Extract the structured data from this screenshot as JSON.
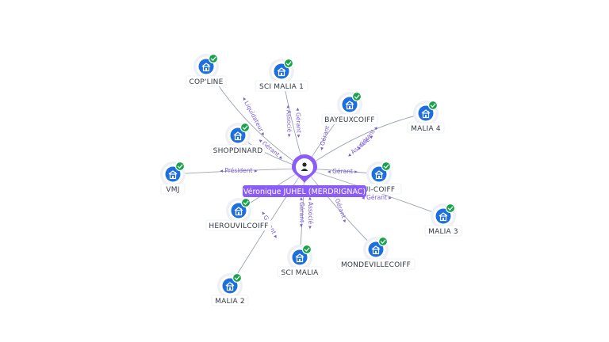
{
  "center": {
    "name": "Véronique JUHEL (MERDRIGNAC)",
    "icon": "person-icon",
    "color": "#8b5cf6"
  },
  "colors": {
    "company_icon": "#1d6fe0",
    "check_badge": "#16a34a",
    "edge": "#9aa3ad",
    "edge_label": "#7b5cd6"
  },
  "companies": [
    {
      "id": "copline",
      "name": "COP'LINE",
      "icon": "building-icon"
    },
    {
      "id": "sci-malia-1",
      "name": "SCI MALIA 1",
      "icon": "building-icon"
    },
    {
      "id": "bayeuxcoiff",
      "name": "BAYEUXCOIFF",
      "icon": "building-icon"
    },
    {
      "id": "malia-4",
      "name": "MALIA 4",
      "icon": "building-icon"
    },
    {
      "id": "shopdinard",
      "name": "SHOPDINARD",
      "icon": "building-icon"
    },
    {
      "id": "vmj",
      "name": "VMJ",
      "icon": "building-icon"
    },
    {
      "id": "ui-coiff",
      "name": "UI-COIFF",
      "icon": "building-icon"
    },
    {
      "id": "malia-3",
      "name": "MALIA 3",
      "icon": "building-icon"
    },
    {
      "id": "herouvilcoiff",
      "name": "HEROUVILCOIFF",
      "icon": "building-icon"
    },
    {
      "id": "sci-malia",
      "name": "SCI MALIA",
      "icon": "building-icon"
    },
    {
      "id": "mondevillecoiff",
      "name": "MONDEVILLECOIFF",
      "icon": "building-icon"
    },
    {
      "id": "malia-2",
      "name": "MALIA 2",
      "icon": "building-icon"
    }
  ],
  "relations": [
    {
      "to": "copline",
      "label": "Liquidateur"
    },
    {
      "to": "sci-malia-1",
      "label": "Gérant"
    },
    {
      "to": "sci-malia-1",
      "label": "Associé"
    },
    {
      "to": "bayeuxcoiff",
      "label": "Gérant"
    },
    {
      "to": "malia-4",
      "label": "Gérant"
    },
    {
      "to": "malia-4",
      "label": "Associé"
    },
    {
      "to": "shopdinard",
      "label": "Gérant"
    },
    {
      "to": "vmj",
      "label": "Président"
    },
    {
      "to": "ui-coiff",
      "label": "Gérant"
    },
    {
      "to": "malia-3",
      "label": "Gérant"
    },
    {
      "to": "sci-malia",
      "label": "Gérant"
    },
    {
      "to": "sci-malia",
      "label": "Associé"
    },
    {
      "to": "mondevillecoiff",
      "label": "Gérant"
    },
    {
      "to": "malia-2",
      "label": "Gérant"
    }
  ]
}
